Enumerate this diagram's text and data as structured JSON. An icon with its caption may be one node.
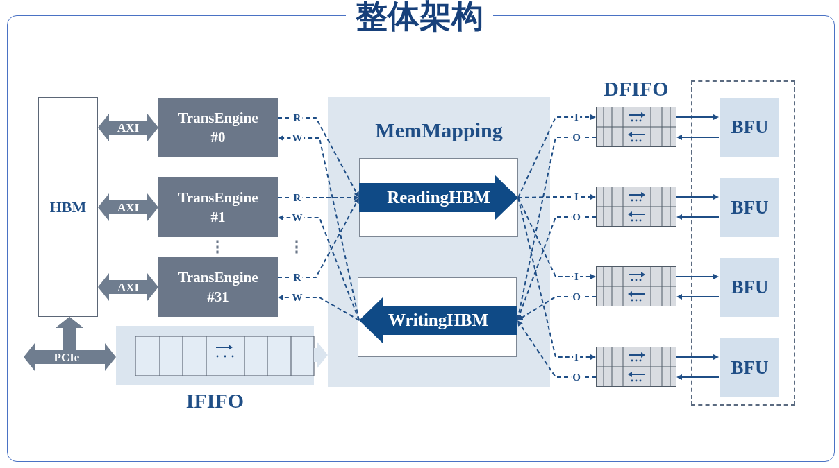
{
  "diagram": {
    "title": "整体架构",
    "nodes": [
      {
        "text": [
          "HBM"
        ]
      },
      {
        "text": [
          "TransEngine #0"
        ]
      },
      {
        "text": [
          "TransEngine #1"
        ]
      },
      {
        "text": [
          "TransEngine #31"
        ]
      },
      {
        "text": [
          "IFIFO"
        ]
      },
      {
        "text": [
          "MemMapping"
        ]
      },
      {
        "text": [
          "ReadingHBM"
        ],
        "in": 5
      },
      {
        "text": [
          "WritingHBM"
        ],
        "in": 5
      },
      {
        "text": [],
        "shape": "box"
      },
      {
        "text": [],
        "shape": "box"
      },
      {
        "text": [],
        "shape": "box"
      },
      {
        "text": [],
        "shape": "box"
      },
      {
        "text": [],
        "shape": "box"
      },
      {
        "text": [
          "BFU"
        ],
        "in": 12
      },
      {
        "text": [
          "BFU"
        ],
        "in": 12
      },
      {
        "text": [
          "BFU"
        ],
        "in": 12
      },
      {
        "text": [
          "BFU"
        ],
        "in": 12
      }
    ],
    "edges": [
      {
        "from": 0,
        "to": 1,
        "arrow": "both",
        "label": "AXI",
        "style": "thick",
        "color": "#6f7d8f"
      },
      {
        "from": 0,
        "to": 2,
        "arrow": "both",
        "label": "AXI",
        "style": "thick",
        "color": "#6f7d8f"
      },
      {
        "from": 0,
        "to": 3,
        "arrow": "both",
        "label": "AXI",
        "style": "thick",
        "color": "#6f7d8f"
      },
      {
        "from": null,
        "to": 0,
        "arrow": "both",
        "style": "thick",
        "color": "#6f7d8f"
      },
      {
        "from": 0,
        "to": 4,
        "arrow": "both",
        "label": "PCIe",
        "style": "thick",
        "color": "#6f7d8f"
      },
      {
        "from": 4,
        "to": 5,
        "arrow": "to",
        "style": "thick",
        "color": "#dbe5ef"
      },
      {
        "from": 1,
        "to": 6,
        "arrow": "to",
        "label": "R",
        "style": "dashed"
      },
      {
        "from": 2,
        "to": 6,
        "arrow": "to",
        "label": "R",
        "style": "dashed"
      },
      {
        "from": 3,
        "to": 6,
        "arrow": "to",
        "label": "R",
        "style": "dashed"
      },
      {
        "from": 7,
        "to": 1,
        "arrow": "to",
        "label": "W",
        "style": "dashed"
      },
      {
        "from": 7,
        "to": 2,
        "arrow": "to",
        "label": "W",
        "style": "dashed"
      },
      {
        "from": 7,
        "to": 3,
        "arrow": "to",
        "label": "W",
        "style": "dashed"
      },
      {
        "from": 6,
        "to": 8,
        "arrow": "to",
        "label": "I",
        "style": "dashed"
      },
      {
        "from": 6,
        "to": 9,
        "arrow": "to",
        "label": "I",
        "style": "dashed"
      },
      {
        "from": 6,
        "to": 10,
        "arrow": "to",
        "label": "I",
        "style": "dashed"
      },
      {
        "from": 6,
        "to": 11,
        "arrow": "to",
        "label": "I",
        "style": "dashed"
      },
      {
        "from": 8,
        "to": 7,
        "arrow": "to",
        "label": "O",
        "style": "dashed"
      },
      {
        "from": 9,
        "to": 7,
        "arrow": "to",
        "label": "O",
        "style": "dashed"
      },
      {
        "from": 10,
        "to": 7,
        "arrow": "to",
        "label": "O",
        "style": "dashed"
      },
      {
        "from": 11,
        "to": 7,
        "arrow": "to",
        "label": "O",
        "style": "dashed"
      },
      {
        "from": 8,
        "to": 13,
        "arrow": "to"
      },
      {
        "from": 13,
        "to": 8,
        "arrow": "to"
      },
      {
        "from": 9,
        "to": 14,
        "arrow": "to"
      },
      {
        "from": 14,
        "to": 9,
        "arrow": "to"
      },
      {
        "from": 10,
        "to": 15,
        "arrow": "to"
      },
      {
        "from": 15,
        "to": 10,
        "arrow": "to"
      },
      {
        "from": 11,
        "to": 16,
        "arrow": "to"
      },
      {
        "from": 16,
        "to": 11,
        "arrow": "to"
      }
    ],
    "labels": [
      "DFIFO",
      "⋮",
      "⋮"
    ]
  }
}
